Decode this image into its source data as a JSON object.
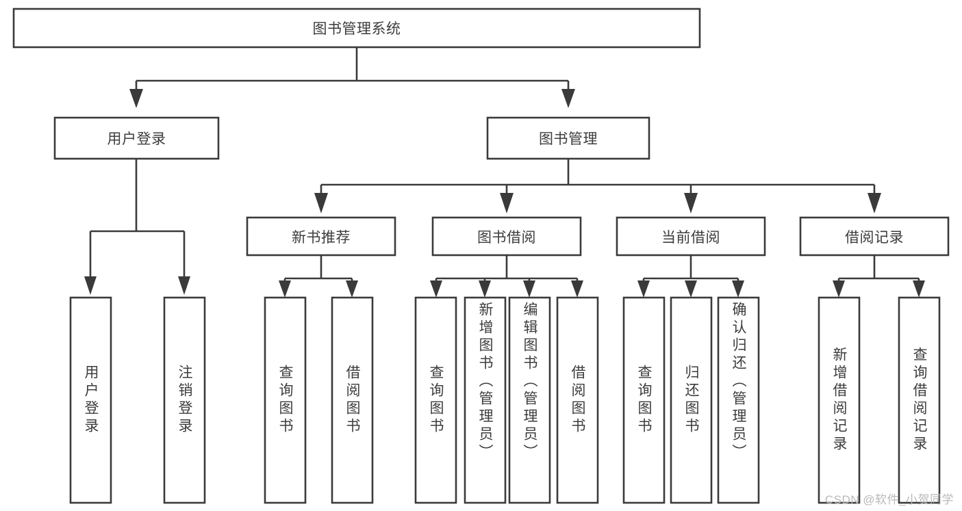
{
  "diagram": {
    "type": "tree",
    "title": "图书管理系统",
    "watermark": "CSDN @软件_小贺同学",
    "colors": {
      "stroke": "#3a3a3a",
      "box_fill": "#ffffff",
      "text": "#3c3c3c",
      "background": "#ffffff",
      "watermark": "#b9b9b9"
    },
    "nodes": {
      "root": {
        "label": "图书管理系统"
      },
      "level2": [
        {
          "label": "用户登录"
        },
        {
          "label": "图书管理"
        }
      ],
      "level3": [
        {
          "label": "新书推荐"
        },
        {
          "label": "图书借阅"
        },
        {
          "label": "当前借阅"
        },
        {
          "label": "借阅记录"
        }
      ],
      "leaves_user_login": [
        {
          "label": "用户登录"
        },
        {
          "label": "注销登录"
        }
      ],
      "leaves_new_book": [
        {
          "label": "查询图书"
        },
        {
          "label": "借阅图书"
        }
      ],
      "leaves_borrow": [
        {
          "label": "查询图书"
        },
        {
          "label": "新增图书（管理员）"
        },
        {
          "label": "编辑图书（管理员）"
        },
        {
          "label": "借阅图书"
        }
      ],
      "leaves_current": [
        {
          "label": "查询图书"
        },
        {
          "label": "归还图书"
        },
        {
          "label": "确认归还（管理员）"
        }
      ],
      "leaves_records": [
        {
          "label": "新增借阅记录"
        },
        {
          "label": "查询借阅记录"
        }
      ]
    }
  }
}
